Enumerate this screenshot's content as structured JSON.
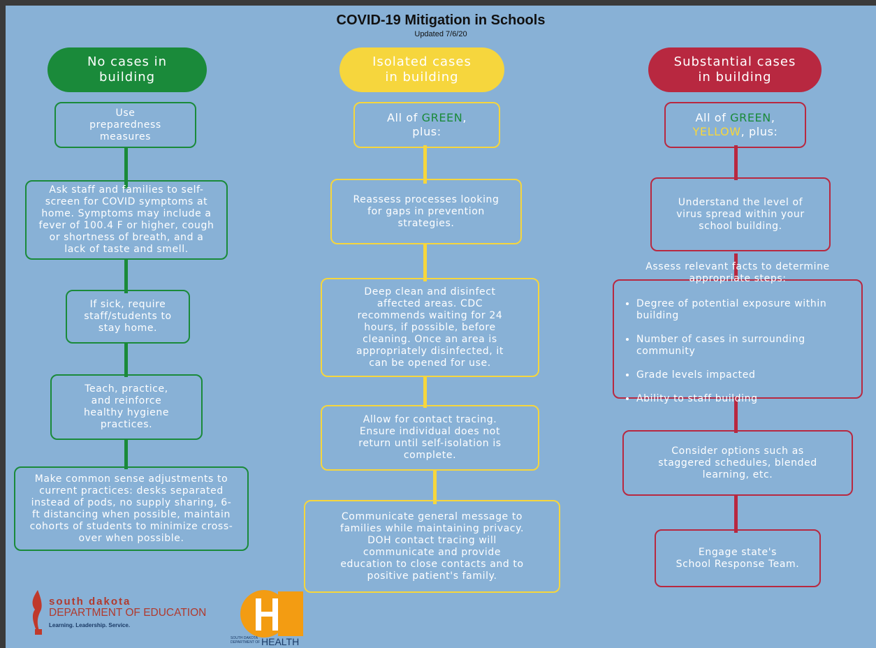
{
  "title": "COVID-19 Mitigation in Schools",
  "subtitle": "Updated 7/6/20",
  "colors": {
    "background": "#88b1d6",
    "green": "#1a8a3a",
    "yellow": "#f6d63d",
    "red": "#b82840"
  },
  "green": {
    "header": "No cases in\nbuilding",
    "steps": [
      "Use\npreparedness\nmeasures",
      "Ask staff and families to self-\nscreen for COVID symptoms at\nhome. Symptoms may include a\nfever of 100.4 F or higher, cough\nor shortness of breath, and a\nlack of taste and smell.",
      "If sick, require\nstaff/students to\nstay home.",
      "Teach, practice,\nand reinforce\nhealthy hygiene\npractices.",
      "Make common sense adjustments to\ncurrent practices: desks separated\ninstead of pods, no supply sharing, 6-\nft distancing when possible, maintain\ncohorts of students to minimize cross-\nover when possible."
    ]
  },
  "yellow": {
    "header": "Isolated cases\nin building",
    "first_prefix": "All of ",
    "first_green": "GREEN",
    "first_suffix": ",",
    "first_line2": "plus:",
    "steps": [
      "Reassess processes looking\nfor gaps in prevention\nstrategies.",
      "Deep clean and disinfect\naffected areas. CDC\nrecommends waiting for 24\nhours, if possible, before\ncleaning. Once an area is\nappropriately disinfected, it\ncan be opened for use.",
      "Allow for contact tracing.\nEnsure individual does not\nreturn until self-isolation is\ncomplete.",
      "Communicate general message to\nfamilies while maintaining privacy.\nDOH contact tracing will\ncommunicate and provide\neducation to close contacts and to\npositive patient's family."
    ]
  },
  "red": {
    "header": "Substantial cases\nin building",
    "first_prefix": "All of ",
    "first_green": "GREEN",
    "first_comma": ",",
    "first_yellow": "YELLOW",
    "first_suffix": ", plus:",
    "steps": [
      "Understand the level of\nvirus spread within your\nschool building.",
      "Consider options such as\nstaggered schedules, blended\nlearning, etc.",
      "Engage state's\nSchool Response Team."
    ],
    "assess_heading": "Assess relevant facts to determine\nappropriate steps:",
    "assess_items": [
      "Degree of potential exposure within building",
      "Number of cases in surrounding community",
      "Grade levels impacted",
      "Ability to staff building"
    ]
  },
  "logos": {
    "doe_line1": "south dakota",
    "doe_line2": "DEPARTMENT OF EDUCATION",
    "doe_tagline": "Learning. Leadership. Service.",
    "doh_small": "SOUTH DAKOTA DEPARTMENT OF",
    "doh_big": "HEALTH"
  }
}
